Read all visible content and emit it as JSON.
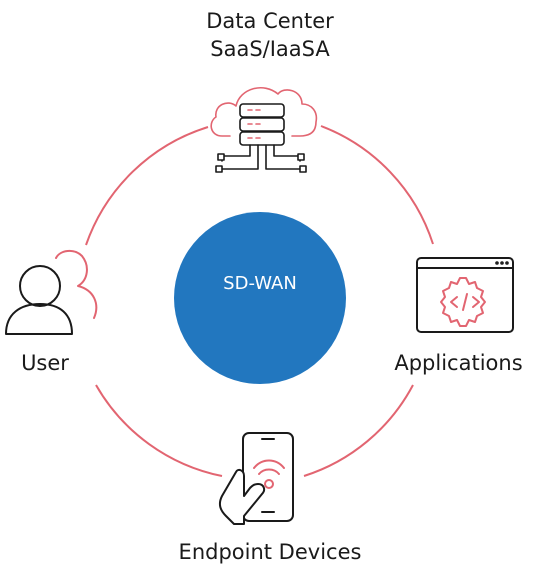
{
  "center": {
    "label": "SD-WAN",
    "color": "#2277bf"
  },
  "ring_color": "#e26571",
  "icon_stroke": "#1a1a1a",
  "accent_stroke": "#e26571",
  "nodes": {
    "data_center": {
      "line1": "Data Center",
      "line2": "SaaS/IaaSA",
      "icon": "cloud-database-icon"
    },
    "user": {
      "label": "User",
      "icon": "user-icon"
    },
    "applications": {
      "label": "Applications",
      "icon": "code-window-icon"
    },
    "endpoint": {
      "label": "Endpoint Devices",
      "icon": "smartphone-touch-icon"
    }
  }
}
